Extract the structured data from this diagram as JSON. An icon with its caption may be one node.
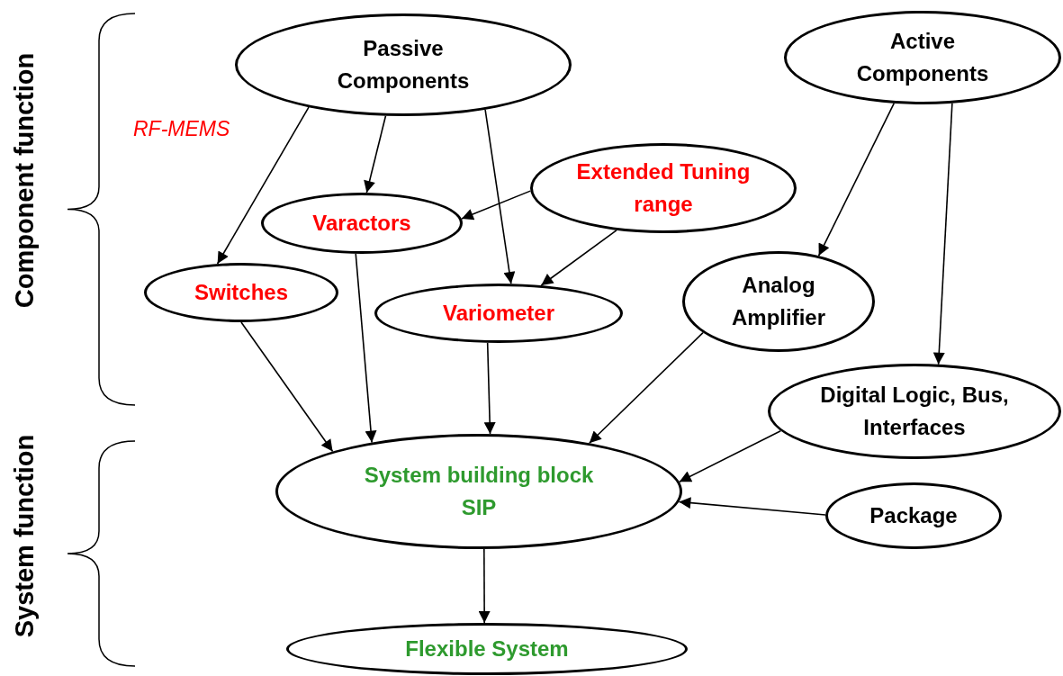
{
  "diagram": {
    "nodes": [
      {
        "text": [
          "Passive Components"
        ]
      },
      {
        "text": [
          "Active Components"
        ]
      },
      {
        "text": [
          "Extended Tuning range"
        ]
      },
      {
        "text": [
          "Varactors"
        ]
      },
      {
        "text": [
          "Switches"
        ]
      },
      {
        "text": [
          "Variometer"
        ]
      },
      {
        "text": [
          "Analog Amplifier"
        ]
      },
      {
        "text": [
          "Digital Logic, Bus, Interfaces"
        ]
      },
      {
        "text": [
          "System building block SIP"
        ]
      },
      {
        "text": [
          "Package"
        ]
      },
      {
        "text": [
          "Flexible System"
        ]
      }
    ],
    "edges": [
      {
        "from": 0,
        "to": 4,
        "arrow": "to"
      },
      {
        "from": 0,
        "to": 3,
        "arrow": "to"
      },
      {
        "from": 0,
        "to": 5,
        "arrow": "to"
      },
      {
        "from": 2,
        "to": 3,
        "arrow": "to"
      },
      {
        "from": 2,
        "to": 5,
        "arrow": "to"
      },
      {
        "from": 1,
        "to": 6,
        "arrow": "to"
      },
      {
        "from": 1,
        "to": 7,
        "arrow": "to"
      },
      {
        "from": 4,
        "to": 8,
        "arrow": "to"
      },
      {
        "from": 3,
        "to": 8,
        "arrow": "to"
      },
      {
        "from": 5,
        "to": 8,
        "arrow": "to"
      },
      {
        "from": 6,
        "to": 8,
        "arrow": "to"
      },
      {
        "from": 7,
        "to": 8,
        "arrow": "to"
      },
      {
        "from": 9,
        "to": 8,
        "arrow": "to"
      },
      {
        "from": 8,
        "to": 10,
        "arrow": "to"
      }
    ],
    "labels": [
      "Component function",
      "RF-MEMS",
      "System function"
    ]
  }
}
